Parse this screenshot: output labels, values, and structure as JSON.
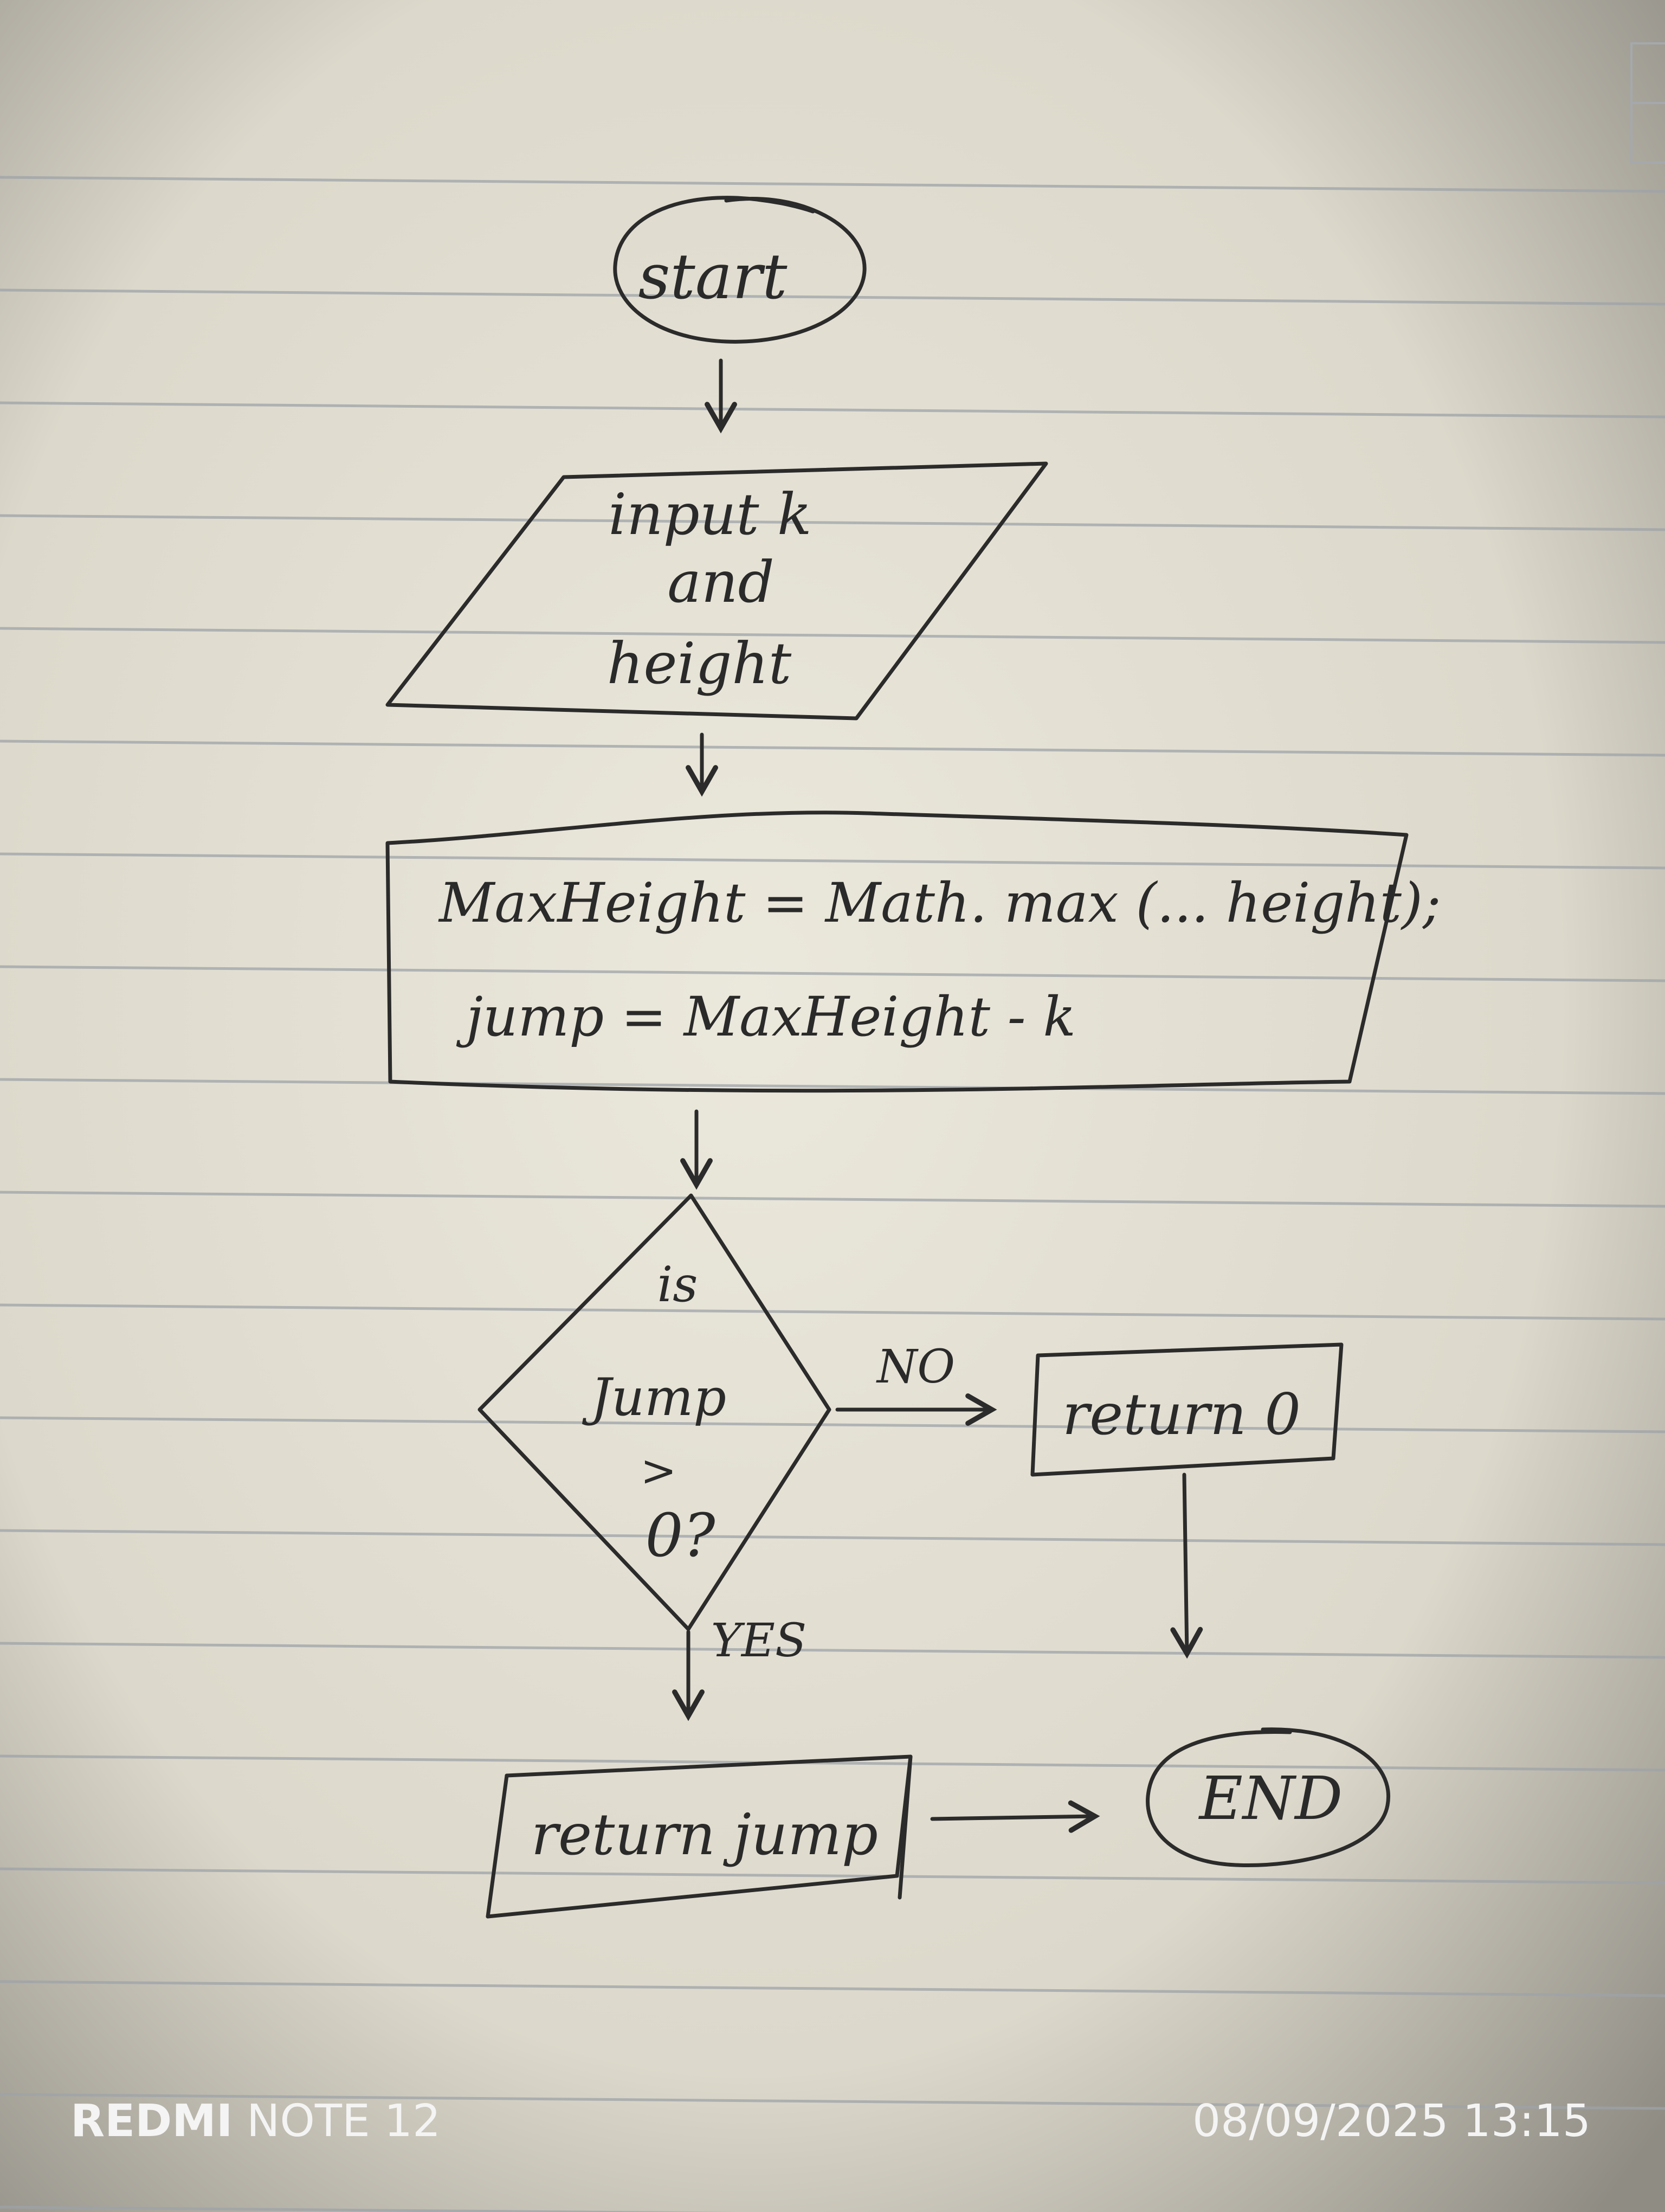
{
  "flowchart": {
    "start": "start",
    "input": [
      "input k",
      "and",
      "height"
    ],
    "process": [
      "MaxHeight = Math. max (... height);",
      "jump = MaxHeight - k"
    ],
    "decision": [
      "is",
      "Jump",
      ">",
      "0?"
    ],
    "no_label": "NO",
    "yes_label": "YES",
    "return_zero": "return 0",
    "return_jump": "return jump",
    "end": "END"
  },
  "watermark": {
    "brand": "REDMI",
    "model": "NOTE 12",
    "timestamp": "08/09/2025 13:15"
  },
  "colors": {
    "paper": "#e8e4d8",
    "ruled_line": "#9ea3a8",
    "ink": "#2b2b2b",
    "watermark_text": "#f4f4f4"
  }
}
